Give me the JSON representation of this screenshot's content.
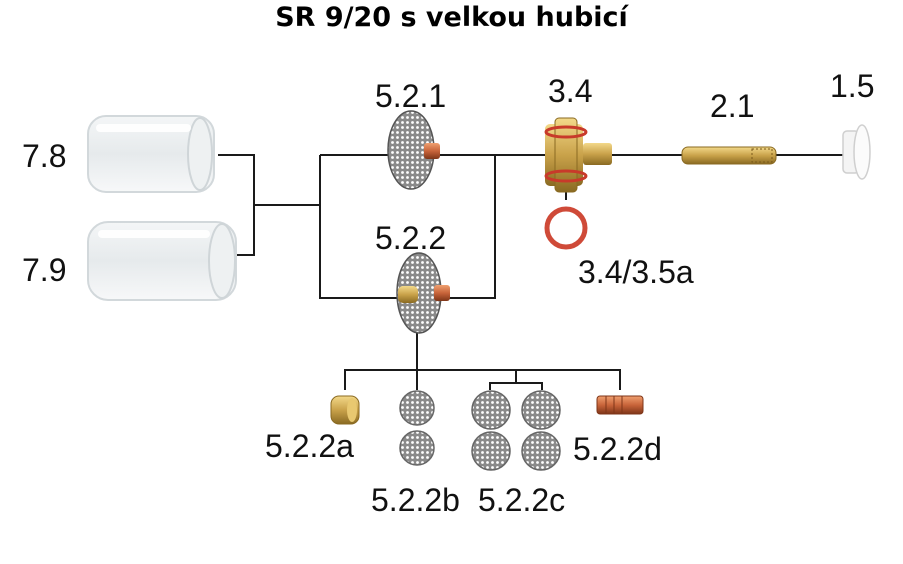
{
  "title": "SR 9/20 s velkou hubicí",
  "labels": {
    "p7_8": "7.8",
    "p7_9": "7.9",
    "p5_2_1": "5.2.1",
    "p3_4": "3.4",
    "p2_1": "2.1",
    "p1_5": "1.5",
    "p5_2_2": "5.2.2",
    "p3_4_3_5a": "3.4/3.5a",
    "p5_2_2a": "5.2.2a",
    "p5_2_2b": "5.2.2b",
    "p5_2_2c": "5.2.2c",
    "p5_2_2d": "5.2.2d"
  }
}
